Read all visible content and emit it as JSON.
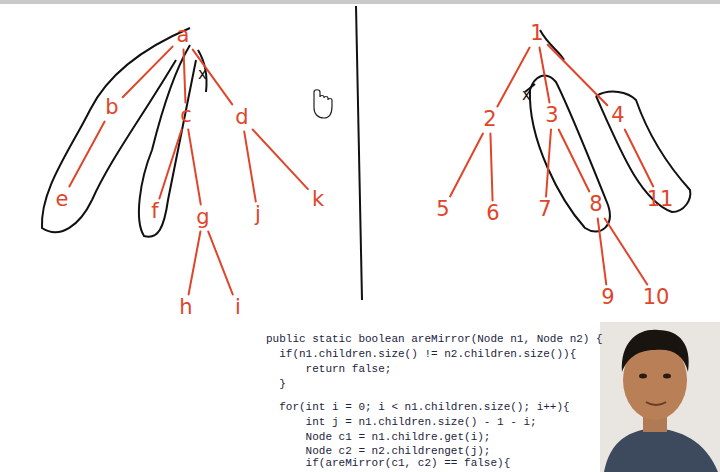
{
  "diagram": {
    "nodes": [
      {
        "text": [
          "a"
        ]
      },
      {
        "text": [
          "b"
        ]
      },
      {
        "text": [
          "c"
        ]
      },
      {
        "text": [
          "d"
        ]
      },
      {
        "text": [
          "e"
        ]
      },
      {
        "text": [
          "f"
        ]
      },
      {
        "text": [
          "g"
        ]
      },
      {
        "text": [
          "j"
        ]
      },
      {
        "text": [
          "k"
        ]
      },
      {
        "text": [
          "h"
        ]
      },
      {
        "text": [
          "i"
        ]
      },
      {
        "text": [
          "1"
        ]
      },
      {
        "text": [
          "2"
        ]
      },
      {
        "text": [
          "3"
        ]
      },
      {
        "text": [
          "4"
        ]
      },
      {
        "text": [
          "5"
        ]
      },
      {
        "text": [
          "6"
        ]
      },
      {
        "text": [
          "7"
        ]
      },
      {
        "text": [
          "8"
        ]
      },
      {
        "text": [
          "11"
        ]
      },
      {
        "text": [
          "9"
        ]
      },
      {
        "text": [
          "10"
        ]
      }
    ],
    "edges": [
      {
        "from": 0,
        "to": 1,
        "arrow": "none"
      },
      {
        "from": 0,
        "to": 2,
        "arrow": "none"
      },
      {
        "from": 0,
        "to": 3,
        "arrow": "none"
      },
      {
        "from": 1,
        "to": 4,
        "arrow": "none"
      },
      {
        "from": 2,
        "to": 5,
        "arrow": "none"
      },
      {
        "from": 2,
        "to": 6,
        "arrow": "none"
      },
      {
        "from": 3,
        "to": 7,
        "arrow": "none"
      },
      {
        "from": 3,
        "to": 8,
        "arrow": "none"
      },
      {
        "from": 6,
        "to": 9,
        "arrow": "none"
      },
      {
        "from": 6,
        "to": 10,
        "arrow": "none"
      },
      {
        "from": 11,
        "to": 12,
        "arrow": "none"
      },
      {
        "from": 11,
        "to": 13,
        "arrow": "none"
      },
      {
        "from": 11,
        "to": 14,
        "arrow": "none"
      },
      {
        "from": 12,
        "to": 15,
        "arrow": "none"
      },
      {
        "from": 12,
        "to": 16,
        "arrow": "none"
      },
      {
        "from": 13,
        "to": 17,
        "arrow": "none"
      },
      {
        "from": 13,
        "to": 18,
        "arrow": "none"
      },
      {
        "from": 14,
        "to": 19,
        "arrow": "none"
      },
      {
        "from": 18,
        "to": 20,
        "arrow": "none"
      },
      {
        "from": 18,
        "to": 21,
        "arrow": "none"
      }
    ],
    "labels": [
      "public static boolean areMirror(Node n1, Node n2) {",
      "  if(n1.children.size() != n2.children.size()){",
      "      return false;",
      "  }",
      "  for(int i = 0; i < n1.children.size(); i++){",
      "      int j = n1.children.size() - 1 - i;",
      "      Node c1 = n1.childre.get(i);",
      "      Node c2 = n2.childrenget(j);",
      "      if(areMirror(c1, c2) == false){",
      "x",
      "x"
    ]
  }
}
